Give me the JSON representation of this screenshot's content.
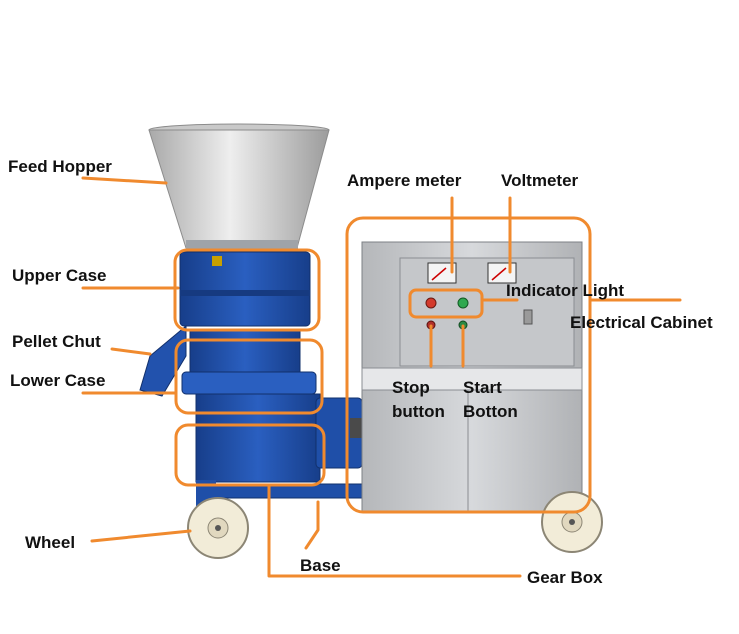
{
  "labels": {
    "feed_hopper": "Feed Hopper",
    "upper_case": "Upper Case",
    "pellet_chut": "Pellet Chut",
    "lower_case": "Lower Case",
    "wheel": "Wheel",
    "base": "Base",
    "gear_box": "Gear Box",
    "ampere_meter": "Ampere meter",
    "voltmeter": "Voltmeter",
    "indicator_light": "Indicator Light",
    "electrical_cabinet": "Electrical Cabinet",
    "stop_line1": "Stop",
    "stop_line2": "button",
    "start_line1": "Start",
    "start_line2": "Botton"
  },
  "colors": {
    "callout": "#F08A2E",
    "machine_blue": "#1F4FA8",
    "cabinet_gray": "#C9CBCE",
    "steel": "#D8D8D8"
  }
}
